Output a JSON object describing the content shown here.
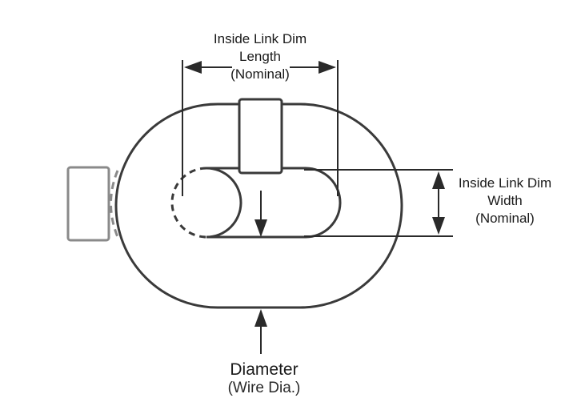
{
  "labels": {
    "length": {
      "line1": "Inside Link Dim",
      "line2": "Length",
      "line3": "(Nominal)"
    },
    "width": {
      "line1": "Inside Link Dim",
      "line2": "Width",
      "line3": "(Nominal)"
    },
    "diameter": {
      "line1": "Diameter",
      "line2": "(Wire Dia.)"
    }
  },
  "colors": {
    "stroke": "#3a3a3a",
    "faded_stroke": "#8a8a8a",
    "text": "#1a1a1a"
  }
}
